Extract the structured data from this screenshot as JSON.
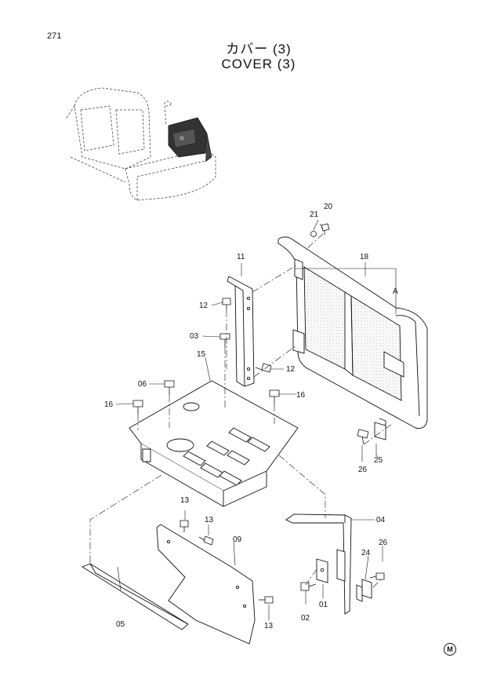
{
  "page": {
    "number": "271"
  },
  "title": {
    "japanese": "カバー (3)",
    "english": "COVER (3)"
  },
  "callouts": {
    "p01": "01",
    "p02": "02",
    "p03": "03",
    "p04": "04",
    "p05": "05",
    "p06": "06",
    "p09": "09",
    "p11": "11",
    "p12a": "12",
    "p12b": "12",
    "p13a": "13",
    "p13b": "13",
    "p13c": "13",
    "p15": "15",
    "p16a": "16",
    "p16b": "16",
    "p18": "18",
    "p20": "20",
    "p21": "21",
    "p24": "24",
    "p25": "25",
    "p26a": "26",
    "p26b": "26",
    "pA": "A"
  },
  "footer_mark": "M"
}
